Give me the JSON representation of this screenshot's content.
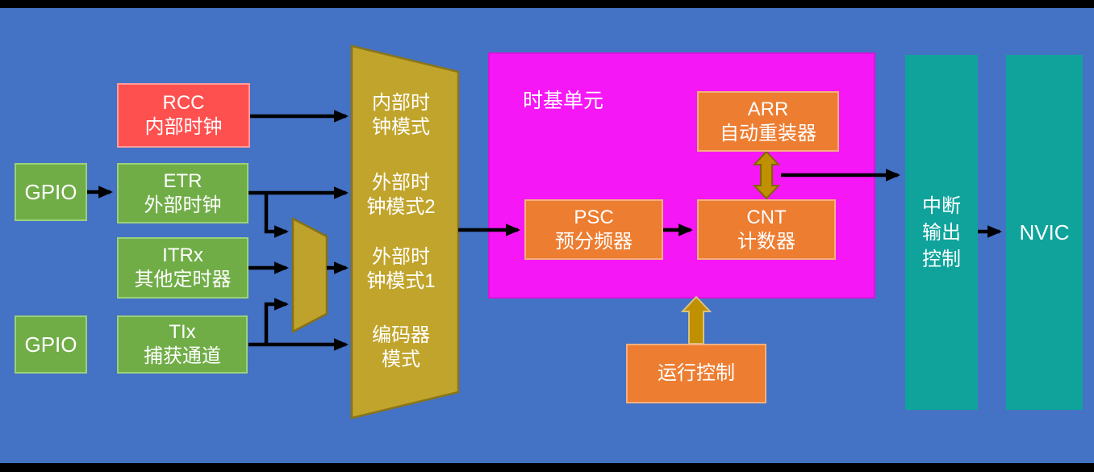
{
  "nodes": {
    "rcc": {
      "line1": "RCC",
      "line2": "内部时钟"
    },
    "gpio_top": {
      "label": "GPIO"
    },
    "etr": {
      "line1": "ETR",
      "line2": "外部时钟"
    },
    "itrx": {
      "line1": "ITRx",
      "line2": "其他定时器"
    },
    "gpio_bottom": {
      "label": "GPIO"
    },
    "tix": {
      "line1": "TIx",
      "line2": "捕获通道"
    },
    "clock_mode_selector": {
      "internal": {
        "line1": "内部时",
        "line2": "钟模式"
      },
      "external2": {
        "line1": "外部时",
        "line2": "钟模式2"
      },
      "external1": {
        "line1": "外部时",
        "line2": "钟模式1"
      },
      "encoder": {
        "line1": "编码器",
        "line2": "模式"
      }
    },
    "time_base_unit": {
      "label": "时基单元"
    },
    "arr": {
      "line1": "ARR",
      "line2": "自动重装器"
    },
    "psc": {
      "line1": "PSC",
      "line2": "预分频器"
    },
    "cnt": {
      "line1": "CNT",
      "line2": "计数器"
    },
    "run_control": {
      "label": "运行控制"
    },
    "interrupt_output_control": {
      "line1": "中断",
      "line2": "输出",
      "line3": "控制"
    },
    "nvic": {
      "label": "NVIC"
    }
  },
  "colors": {
    "background": "#4472C4",
    "top_bottom_bars": "#000000",
    "red_box": "#FF5050",
    "green_box": "#70AD47",
    "orange_box": "#ED7D31",
    "magenta_panel": "#F617F6",
    "teal_box": "#0FA39B",
    "gold_selector": "#BFA22B",
    "gold_arrow": "#BF9000",
    "black_arrow": "#000000",
    "text": "#FFFFFF"
  }
}
